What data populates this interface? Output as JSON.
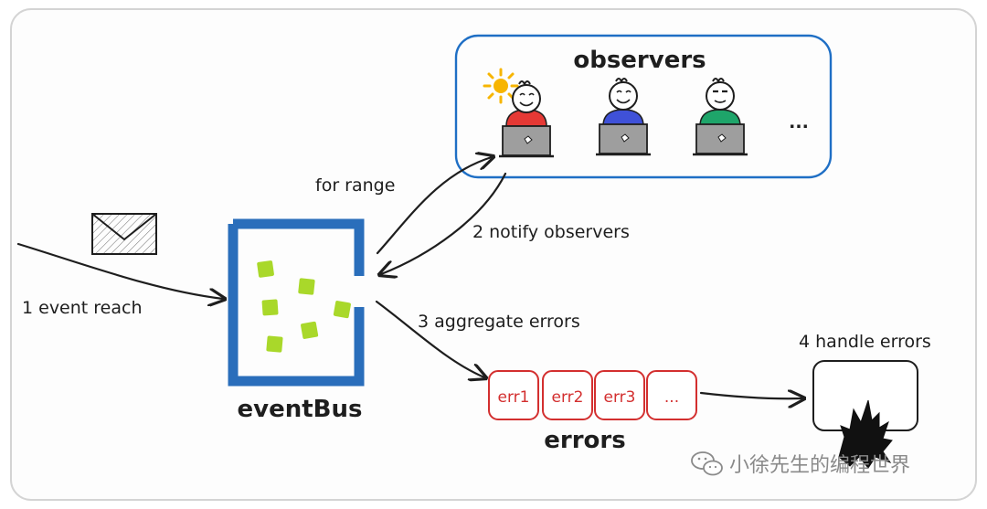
{
  "diagram": {
    "observers_title": "observers",
    "observers_more": "...",
    "event_bus_label": "eventBus",
    "step1": "1 event reach",
    "step2": "2 notify observers",
    "step3": "3 aggregate errors",
    "step4": "4 handle errors",
    "for_range": "for range",
    "errors_label": "errors",
    "error_items": [
      "err1",
      "err2",
      "err3",
      "..."
    ],
    "watermark": "小徐先生的编程世界"
  },
  "colors": {
    "bus_blue": "#2a6ebb",
    "observers_border": "#1f6fc5",
    "cube_green": "#a9d82a",
    "error_red": "#d32f2f",
    "person1": "#e53935",
    "person2": "#3f51d8",
    "person3": "#1ea56a",
    "sun": "#f7b500",
    "laptop": "#9e9e9e"
  }
}
